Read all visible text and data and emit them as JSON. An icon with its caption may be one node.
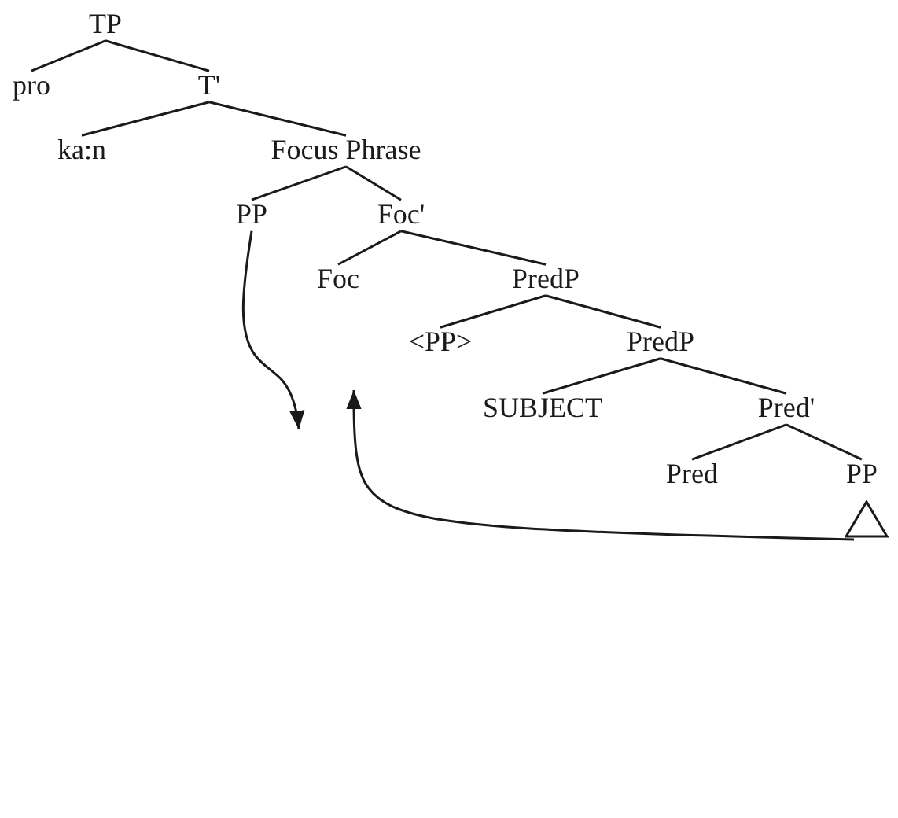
{
  "diagram": {
    "nodes": [
      {
        "text": [
          "TP"
        ]
      },
      {
        "text": [
          "pro"
        ]
      },
      {
        "text": [
          "T'"
        ]
      },
      {
        "text": [
          "ka:n"
        ]
      },
      {
        "text": [
          "Focus Phrase"
        ]
      },
      {
        "text": [
          "PP"
        ]
      },
      {
        "text": [
          "Foc'"
        ]
      },
      {
        "text": [
          "Foc"
        ]
      },
      {
        "text": [
          "PredP"
        ]
      },
      {
        "text": [
          "<PP>"
        ]
      },
      {
        "text": [
          "PredP"
        ]
      },
      {
        "text": [
          "SUBJECT"
        ]
      },
      {
        "text": [
          "Pred'"
        ]
      },
      {
        "text": [
          "Pred"
        ]
      },
      {
        "text": [
          "PP"
        ]
      },
      {
        "text": [],
        "shape": "triangle"
      }
    ],
    "edges": [
      {
        "from": 0,
        "to": 1,
        "arrow": "none"
      },
      {
        "from": 0,
        "to": 2,
        "arrow": "none"
      },
      {
        "from": 2,
        "to": 3,
        "arrow": "none"
      },
      {
        "from": 2,
        "to": 4,
        "arrow": "none"
      },
      {
        "from": 4,
        "to": 5,
        "arrow": "none"
      },
      {
        "from": 4,
        "to": 6,
        "arrow": "none"
      },
      {
        "from": 6,
        "to": 7,
        "arrow": "none"
      },
      {
        "from": 6,
        "to": 8,
        "arrow": "none"
      },
      {
        "from": 8,
        "to": 9,
        "arrow": "none"
      },
      {
        "from": 8,
        "to": 10,
        "arrow": "none"
      },
      {
        "from": 10,
        "to": 11,
        "arrow": "none"
      },
      {
        "from": 10,
        "to": 12,
        "arrow": "none"
      },
      {
        "from": 12,
        "to": 13,
        "arrow": "none"
      },
      {
        "from": 12,
        "to": 14,
        "arrow": "none"
      },
      {
        "from": 5,
        "to": null,
        "arrow": "to"
      },
      {
        "from": 15,
        "to": null,
        "arrow": "to"
      }
    ]
  }
}
